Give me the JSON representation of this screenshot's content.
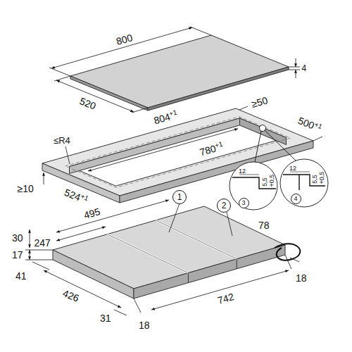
{
  "diagram": {
    "nodes": [
      {
        "text": [
          "1"
        ]
      },
      {
        "text": [
          "2"
        ]
      },
      {
        "text": [
          "3"
        ]
      },
      {
        "text": [
          "4"
        ]
      }
    ],
    "labels": [
      "800",
      "4",
      "520",
      "804+1",
      "≥50",
      "500+1",
      "≤R4",
      "780+1",
      "524+1",
      "12",
      "+0,5",
      "5,5",
      "12",
      "+0,5",
      "5,5",
      "≥10",
      "30",
      "17",
      "495",
      "247",
      "78",
      "41",
      "426",
      "31",
      "18",
      "742",
      "18"
    ]
  }
}
